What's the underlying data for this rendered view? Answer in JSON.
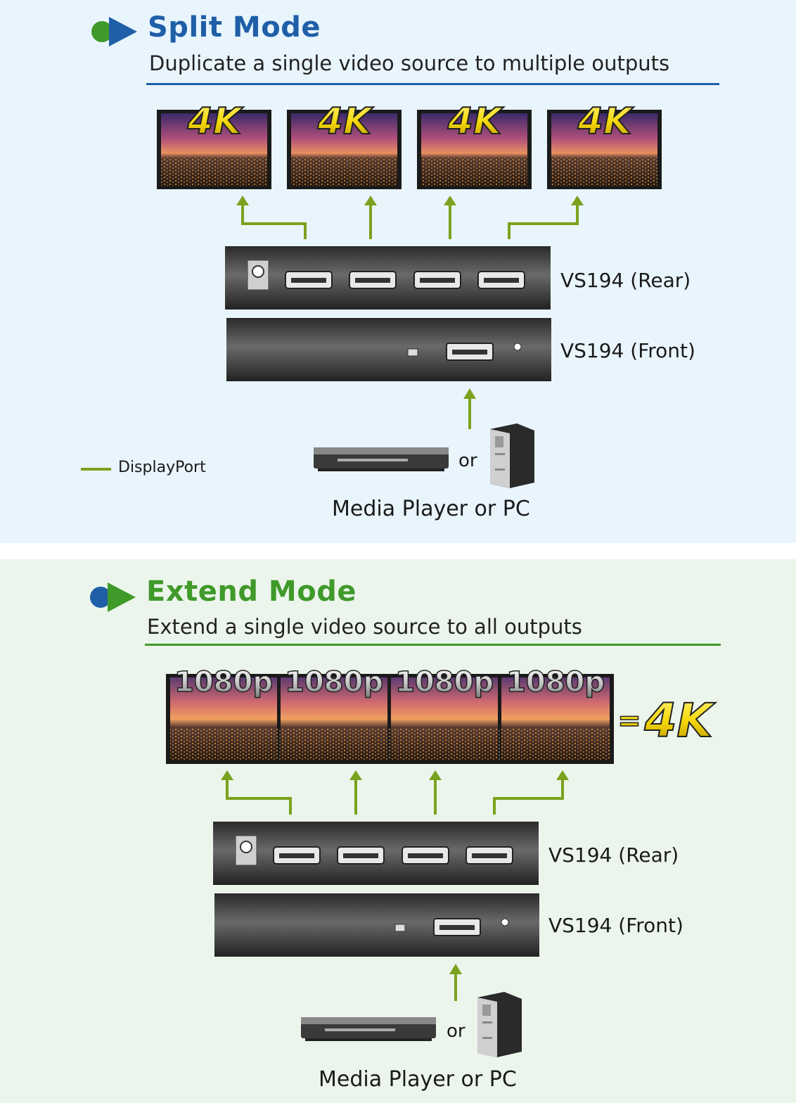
{
  "split": {
    "title": "Split Mode",
    "subtitle": "Duplicate a single video source to multiple outputs",
    "title_color": "#1f5fa8",
    "monitor_badges": [
      "4K",
      "4K",
      "4K",
      "4K"
    ],
    "rear_label": "VS194 (Rear)",
    "front_label": "VS194 (Front)",
    "or_label": "or",
    "source_label": "Media Player or PC"
  },
  "extend": {
    "title": "Extend Mode",
    "subtitle": "Extend a single video source to all outputs",
    "title_color": "#3f9a2a",
    "monitor_badges": [
      "1080p",
      "1080p",
      "1080p",
      "1080p"
    ],
    "equals_label": "=",
    "result_badge": "4K",
    "rear_label": "VS194 (Rear)",
    "front_label": "VS194 (Front)",
    "or_label": "or",
    "source_label": "Media Player or PC"
  },
  "legend": {
    "label": "DisplayPort",
    "color": "#7aa21e"
  },
  "colors": {
    "blue_accent": "#1f5fa8",
    "green_accent": "#3f9a2a",
    "arrow_green": "#7aa21e",
    "badge_yellow": "#f5d90a"
  }
}
